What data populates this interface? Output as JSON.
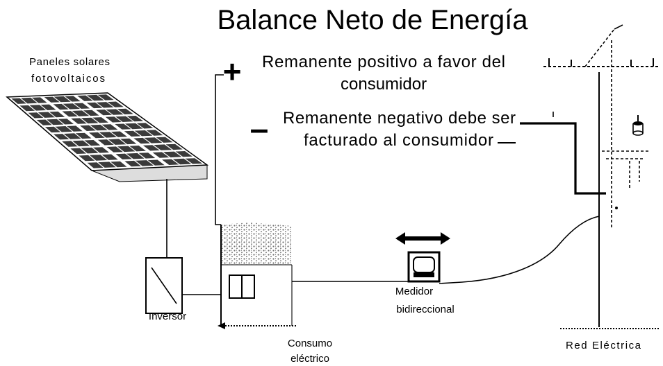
{
  "title": "Balance Neto de Energía",
  "colors": {
    "ink": "#000000",
    "background": "#ffffff",
    "panel_cell": "#3a3a3a",
    "roof_shading": "#6e6e6e",
    "panel_stand": "#dddddd"
  },
  "icons": {
    "solar_panels": "solar-panel-icon",
    "inverter": "inverter-icon",
    "house": "house-icon",
    "meter": "meter-icon",
    "flow": "bidirectional-arrow-icon",
    "grid": "utility-pole-icon"
  },
  "signs": {
    "positive": "+",
    "negative": "–"
  },
  "labels": {
    "solar_panels": [
      "Paneles solares",
      "fotovoltaicos"
    ],
    "positive_balance": [
      "Remanente positivo a favor del",
      "consumidor"
    ],
    "negative_balance": [
      "Remanente negativo debe ser",
      "facturado al consumidor"
    ],
    "inverter": "Inversor",
    "consumption": [
      "Consumo",
      "eléctrico"
    ],
    "meter": [
      "Medidor",
      "bidireccional"
    ],
    "grid": "Red Eléctrica"
  }
}
